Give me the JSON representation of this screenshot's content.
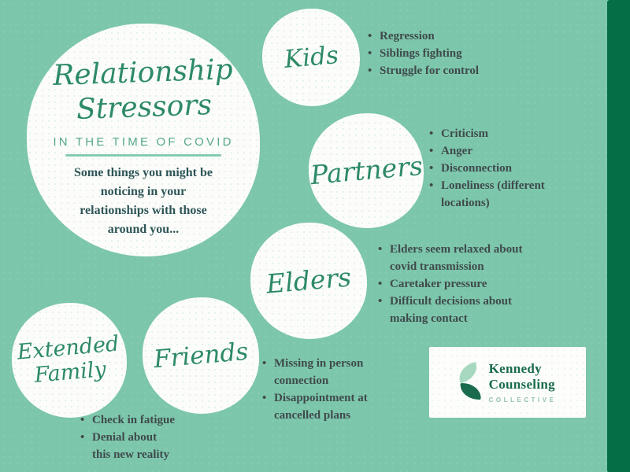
{
  "palette": {
    "background": "#7cc6ab",
    "side_band": "#046e47",
    "circle_fill": "#fcfdfa",
    "script_green": "#2d8a66",
    "subtitle_teal": "#57a88b",
    "underline_teal": "#84ccb0",
    "paragraph_text": "#2e5557",
    "bullet_text": "#3f4a4b",
    "logo_green": "#1a6b4e",
    "leaf_light": "#a7d8c0",
    "collective_green": "#92c2a9"
  },
  "title_circle": {
    "heading": "Relationship\nStressors",
    "subtitle": "IN THE TIME OF COVID",
    "paragraph": "Some things you might be\nnoticing in your\nrelationships with those\naround you..."
  },
  "groups": [
    {
      "id": "kids",
      "label": "Kids",
      "items": [
        "Regression",
        "Siblings fighting",
        "Struggle for control"
      ]
    },
    {
      "id": "partners",
      "label": "Partners",
      "items": [
        "Criticism",
        "Anger",
        "Disconnection",
        "Loneliness (different\nlocations)"
      ]
    },
    {
      "id": "elders",
      "label": "Elders",
      "items": [
        "Elders seem relaxed about\ncovid transmission",
        "Caretaker pressure",
        "Difficult decisions about\nmaking contact"
      ]
    },
    {
      "id": "friends",
      "label": "Friends",
      "items": [
        "Missing in person\nconnection",
        "Disappointment at\ncancelled plans"
      ]
    },
    {
      "id": "extended_family",
      "label": "Extended Family",
      "items": [
        "Check in fatigue",
        "Denial about\nthis new reality"
      ]
    }
  ],
  "logo": {
    "icon": "leaf-icon",
    "name": "Kennedy\nCounseling",
    "tagline": "COLLECTIVE"
  }
}
